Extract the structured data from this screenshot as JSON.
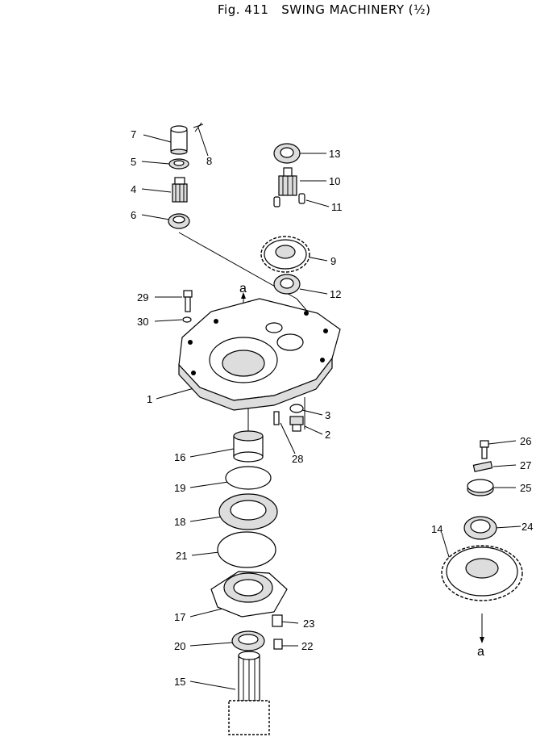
{
  "title": "Fig. 411   SWING MACHINERY (½)",
  "markers": {
    "upper": "a",
    "lower": "a"
  },
  "parts": [
    {
      "id": "p1",
      "num": "1"
    },
    {
      "id": "p2",
      "num": "2"
    },
    {
      "id": "p3",
      "num": "3"
    },
    {
      "id": "p4",
      "num": "4"
    },
    {
      "id": "p5",
      "num": "5"
    },
    {
      "id": "p6",
      "num": "6"
    },
    {
      "id": "p7",
      "num": "7"
    },
    {
      "id": "p8",
      "num": "8"
    },
    {
      "id": "p9",
      "num": "9"
    },
    {
      "id": "p10",
      "num": "10"
    },
    {
      "id": "p11",
      "num": "11"
    },
    {
      "id": "p12",
      "num": "12"
    },
    {
      "id": "p13",
      "num": "13"
    },
    {
      "id": "p14",
      "num": "14"
    },
    {
      "id": "p15",
      "num": "15"
    },
    {
      "id": "p16",
      "num": "16"
    },
    {
      "id": "p17",
      "num": "17"
    },
    {
      "id": "p18",
      "num": "18"
    },
    {
      "id": "p19",
      "num": "19"
    },
    {
      "id": "p20",
      "num": "20"
    },
    {
      "id": "p21",
      "num": "21"
    },
    {
      "id": "p22",
      "num": "22"
    },
    {
      "id": "p23",
      "num": "23"
    },
    {
      "id": "p24",
      "num": "24"
    },
    {
      "id": "p25",
      "num": "25"
    },
    {
      "id": "p26",
      "num": "26"
    },
    {
      "id": "p27",
      "num": "27"
    },
    {
      "id": "p28",
      "num": "28"
    },
    {
      "id": "p29",
      "num": "29"
    },
    {
      "id": "p30",
      "num": "30"
    }
  ]
}
